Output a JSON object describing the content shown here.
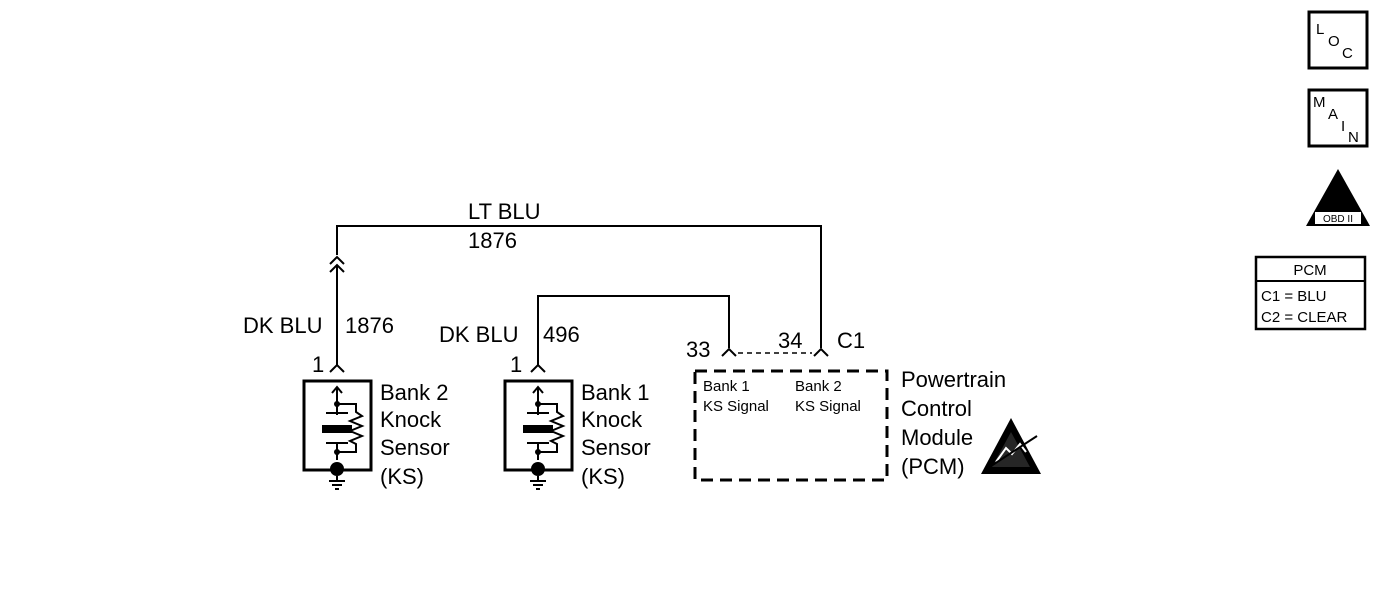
{
  "wires": {
    "top": {
      "color": "LT BLU",
      "circuit": "1876"
    },
    "bank2": {
      "color": "DK BLU",
      "circuit": "1876",
      "pin": "1"
    },
    "bank1": {
      "color": "DK BLU",
      "circuit": "496",
      "pin": "1"
    }
  },
  "sensors": {
    "bank2": {
      "line1": "Bank 2",
      "line2": "Knock",
      "line3": "Sensor",
      "line4": "(KS)"
    },
    "bank1": {
      "line1": "Bank 1",
      "line2": "Knock",
      "line3": "Sensor",
      "line4": "(KS)"
    }
  },
  "pcm": {
    "connector": "C1",
    "pin_bank1": "33",
    "pin_bank2": "34",
    "sig_bank1_line1": "Bank 1",
    "sig_bank1_line2": "KS Signal",
    "sig_bank2_line1": "Bank 2",
    "sig_bank2_line2": "KS Signal",
    "name_line1": "Powertrain",
    "name_line2": "Control",
    "name_line3": "Module",
    "name_line4": "(PCM)"
  },
  "nav": {
    "loc": {
      "l": "L",
      "o": "O",
      "c": "C"
    },
    "main": {
      "m": "M",
      "a": "A",
      "i": "I",
      "n": "N"
    },
    "obd": {
      "numeral": "II",
      "caption": "OBD II"
    }
  },
  "legend": {
    "title": "PCM",
    "row1": "C1 = BLU",
    "row2": "C2 = CLEAR"
  }
}
